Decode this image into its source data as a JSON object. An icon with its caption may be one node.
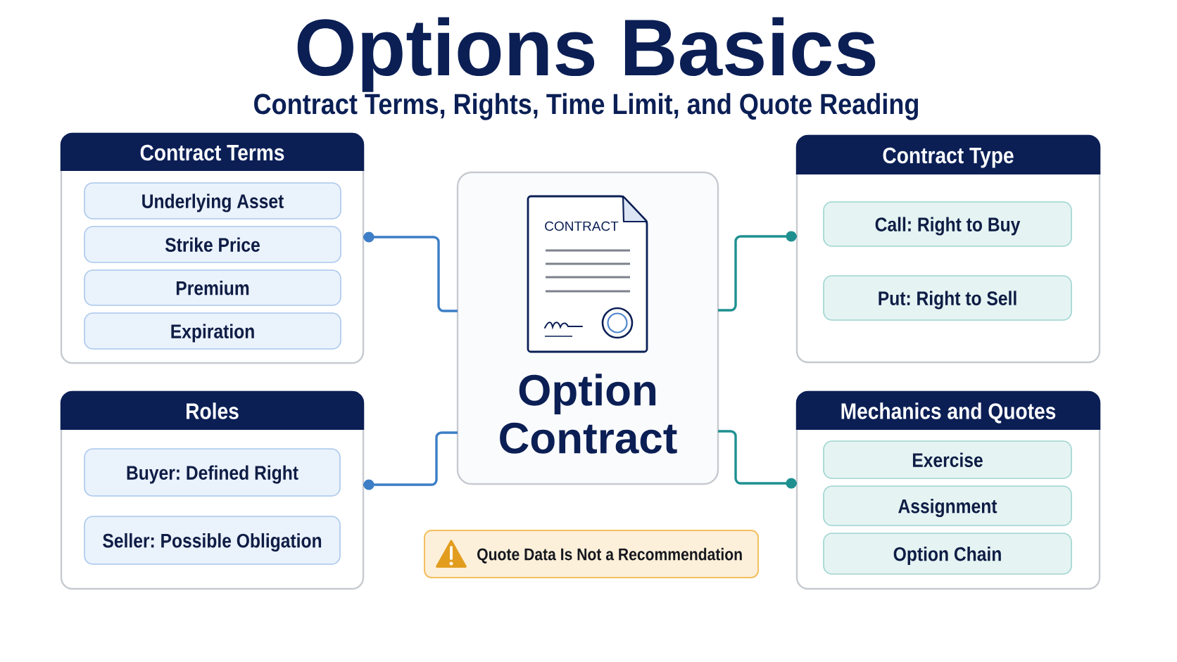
{
  "diagram": {
    "title": "Options Basics",
    "nodes": [
      {
        "text": [
          "Contract Terms"
        ]
      },
      {
        "text": [
          "Underlying Asset"
        ],
        "in": 0
      },
      {
        "text": [
          "Strike Price"
        ],
        "in": 0
      },
      {
        "text": [
          "Premium"
        ],
        "in": 0
      },
      {
        "text": [
          "Expiration"
        ],
        "in": 0
      },
      {
        "text": [
          "Option Contract"
        ]
      },
      {
        "text": [
          "CONTRACT"
        ],
        "in": 5
      },
      {
        "text": [
          "Contract Type"
        ]
      },
      {
        "text": [
          "Call: Right to Buy"
        ],
        "in": 7
      },
      {
        "text": [
          "Put: Right to Sell"
        ],
        "in": 7
      },
      {
        "text": [
          "Roles"
        ]
      },
      {
        "text": [
          "Buyer: Defined Right"
        ],
        "in": 10
      },
      {
        "text": [
          "Seller: Possible Obligation"
        ],
        "in": 10
      },
      {
        "text": [
          "Mechanics and Quotes"
        ]
      },
      {
        "text": [
          "Exercise"
        ],
        "in": 13
      },
      {
        "text": [
          "Assignment"
        ],
        "in": 13
      },
      {
        "text": [
          "Option Chain"
        ],
        "in": 13
      },
      {
        "text": [
          "Quote Data Is Not a Recommendation"
        ]
      }
    ],
    "edges": [
      {
        "from": 5,
        "to": 0,
        "arrow": "other"
      },
      {
        "from": 5,
        "to": 7,
        "arrow": "other",
        "color": "#1f9090"
      },
      {
        "from": 5,
        "to": 10,
        "arrow": "other"
      },
      {
        "from": 5,
        "to": 13,
        "arrow": "other",
        "color": "#1f9090"
      }
    ],
    "labels": [
      "Contract Terms, Rights, Time Limit, and Quote Reading"
    ]
  }
}
